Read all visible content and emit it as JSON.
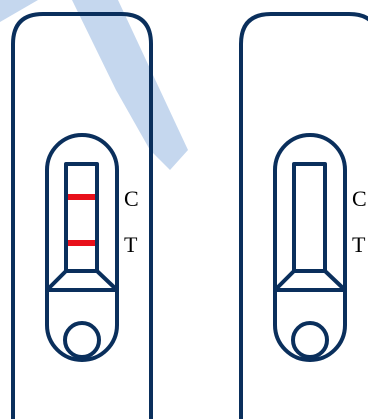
{
  "cassettes": [
    {
      "id": "left",
      "labels": {
        "control": "C",
        "test": "T"
      },
      "lines": {
        "control": true,
        "test": true
      }
    },
    {
      "id": "right",
      "labels": {
        "control": "C",
        "test": "T"
      },
      "lines": {
        "control": false,
        "test": false
      }
    }
  ],
  "colors": {
    "outline": "#0a2f5c",
    "result_line": "#e8101a",
    "watermark": "#c5d7ee",
    "background": "#ffffff"
  }
}
